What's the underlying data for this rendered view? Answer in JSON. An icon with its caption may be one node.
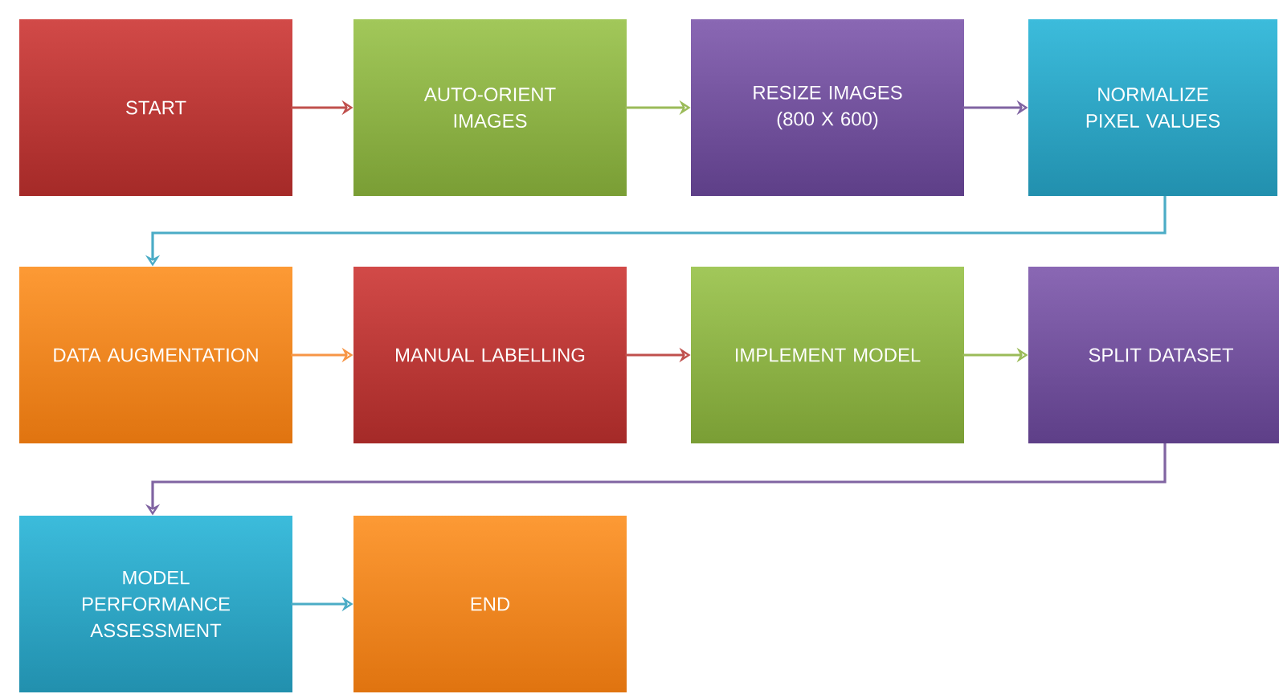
{
  "diagram": {
    "nodes": [
      {
        "text": [
          "START"
        ]
      },
      {
        "text": [
          "AUTO-ORIENT IMAGES"
        ]
      },
      {
        "text": [
          "RESIZE IMAGES (800 X 600)"
        ]
      },
      {
        "text": [
          "NORMALIZE PIXEL VALUES"
        ]
      },
      {
        "text": [
          "DATA AUGMENTATION"
        ]
      },
      {
        "text": [
          "MANUAL LABELLING"
        ]
      },
      {
        "text": [
          "IMPLEMENT MODEL"
        ]
      },
      {
        "text": [
          "SPLIT DATASET"
        ]
      },
      {
        "text": [
          "MODEL PERFORMANCE ASSESSMENT"
        ]
      },
      {
        "text": [
          "END"
        ]
      }
    ],
    "edges": [
      {
        "from": 0,
        "to": 1,
        "arrow": "to",
        "color": "#c0504d"
      },
      {
        "from": 1,
        "to": 2,
        "arrow": "to",
        "color": "#9bbb59"
      },
      {
        "from": 2,
        "to": 3,
        "arrow": "to",
        "color": "#8064a2"
      },
      {
        "from": 3,
        "to": 4,
        "arrow": "to",
        "color": "#4bacc6"
      },
      {
        "from": 4,
        "to": 5,
        "arrow": "to",
        "color": "#f79646"
      },
      {
        "from": 5,
        "to": 6,
        "arrow": "to",
        "color": "#c0504d"
      },
      {
        "from": 6,
        "to": 7,
        "arrow": "to",
        "color": "#9bbb59"
      },
      {
        "from": 7,
        "to": 8,
        "arrow": "to",
        "color": "#8064a2"
      },
      {
        "from": 8,
        "to": 9,
        "arrow": "to",
        "color": "#4bacc6"
      }
    ]
  }
}
